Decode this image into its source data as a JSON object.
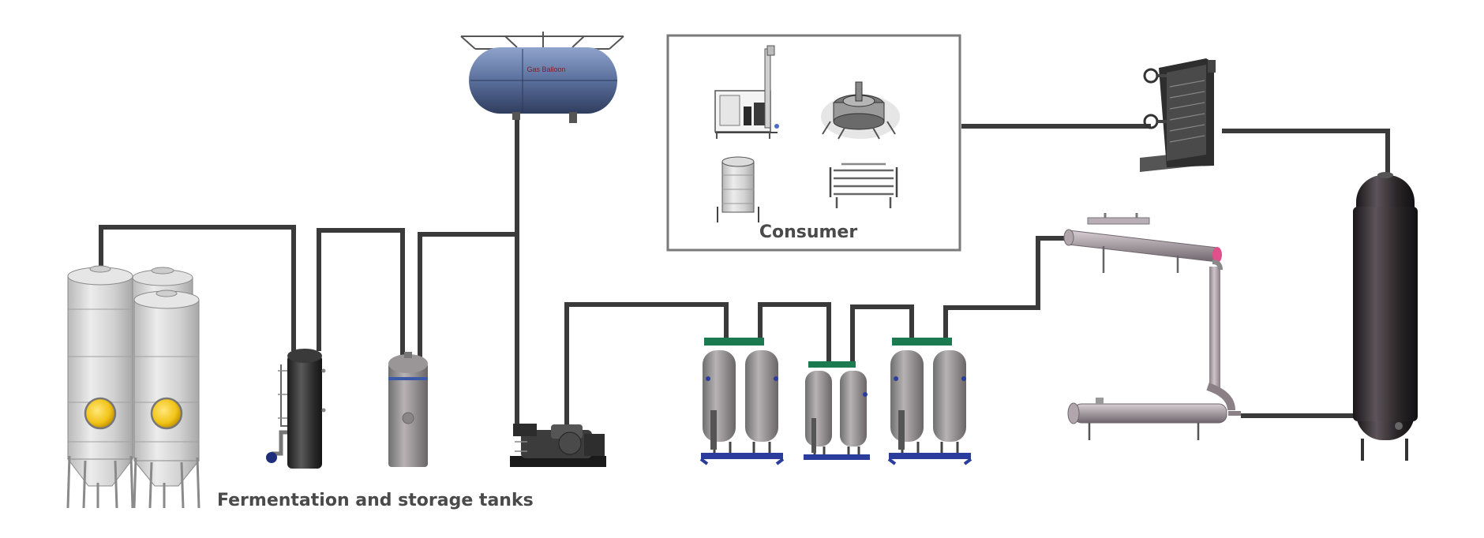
{
  "diagram": {
    "consumer_label": "Consumer",
    "fermentation_label": "Fermentation and storage tanks",
    "balloon_label": "Gas Balloon"
  },
  "colors": {
    "pipe": "#3a3a3a",
    "tank_light": "#d4d4d4",
    "tank_dark": "#2c2c2c",
    "balloon": "#5a6f9c",
    "frame": "#7a7a7a",
    "skid_blue": "#2a3d9c",
    "sight_glass": "#f2c418",
    "heat_exchanger": "#b8aab0",
    "accent_pink": "#e0508a"
  },
  "nodes": [
    {
      "id": "fermentation-tanks",
      "icon": "silo-tank-icon"
    },
    {
      "id": "foam-trap",
      "icon": "dark-vessel-icon"
    },
    {
      "id": "scrubber",
      "icon": "grey-vessel-icon"
    },
    {
      "id": "gas-balloon",
      "icon": "gas-balloon-icon"
    },
    {
      "id": "compressor",
      "icon": "compressor-icon"
    },
    {
      "id": "dryer-1",
      "icon": "twin-tank-skid-icon"
    },
    {
      "id": "dryer-2",
      "icon": "twin-tank-skid-icon"
    },
    {
      "id": "dryer-3",
      "icon": "twin-tank-skid-icon"
    },
    {
      "id": "condenser",
      "icon": "heat-exchanger-icon"
    },
    {
      "id": "vaporizer",
      "icon": "plate-vaporizer-icon"
    },
    {
      "id": "co2-storage-tank",
      "icon": "storage-tank-icon"
    },
    {
      "id": "consumer",
      "icon": "consumer-box-icon"
    }
  ]
}
